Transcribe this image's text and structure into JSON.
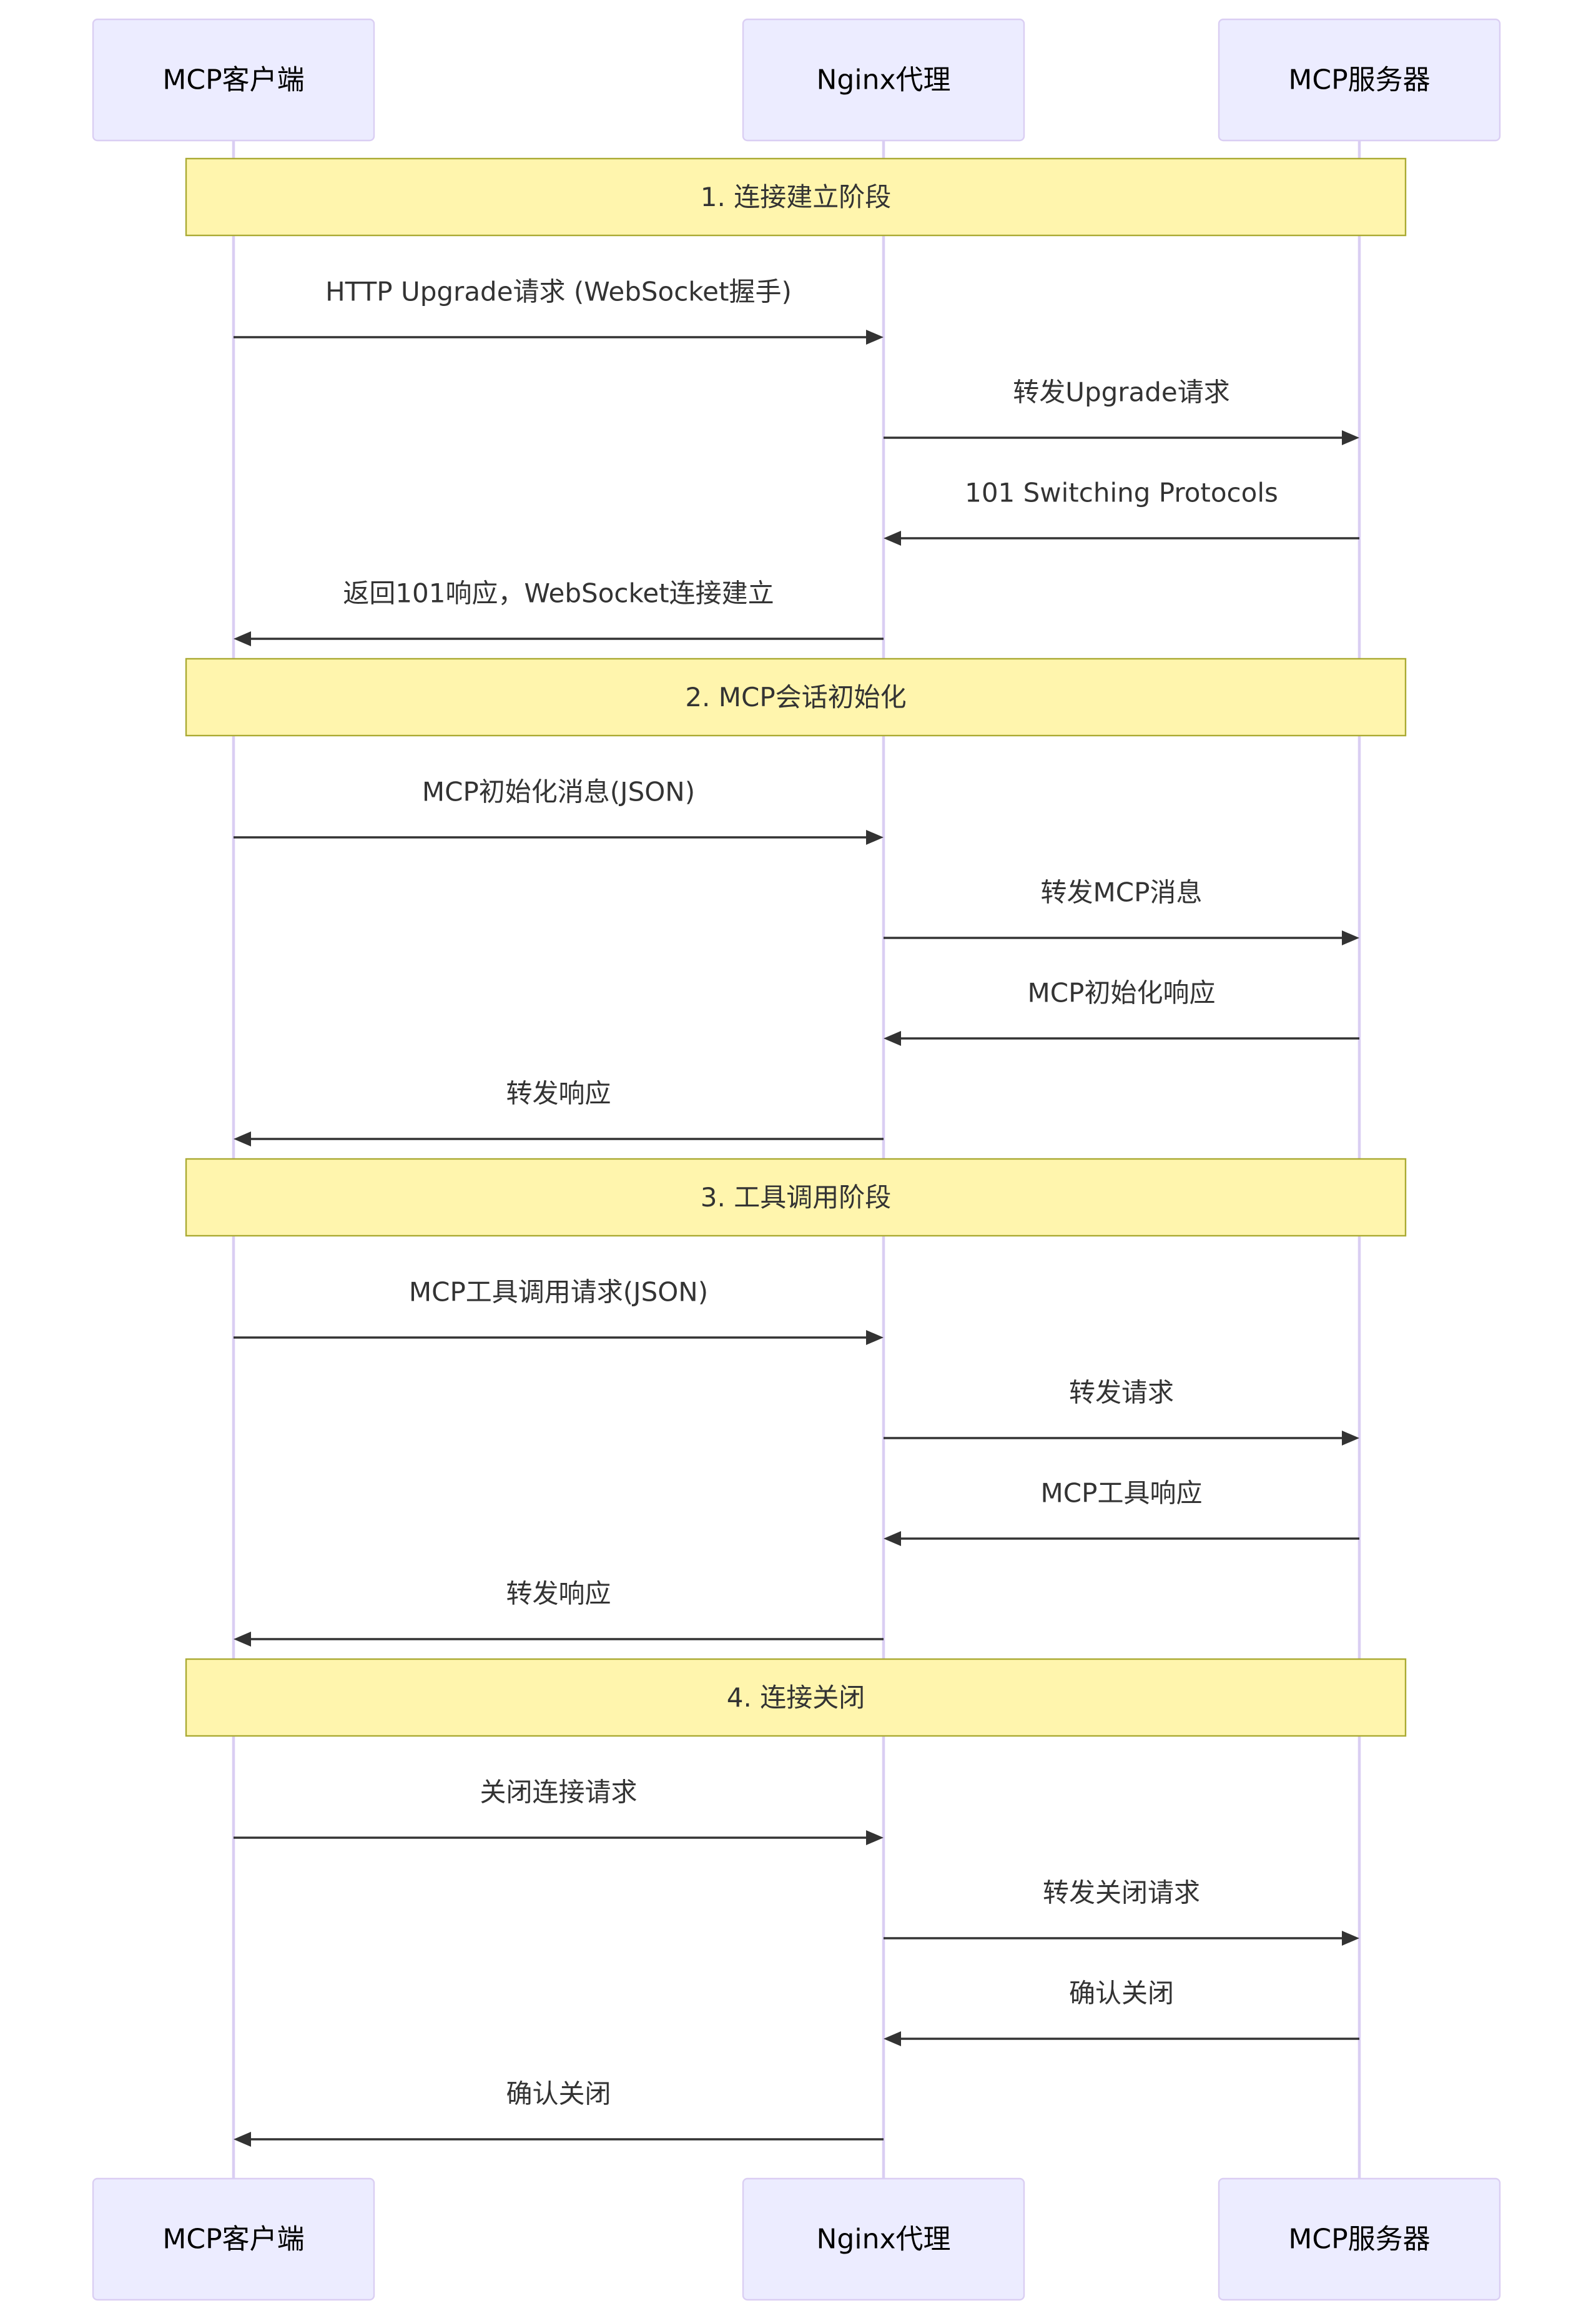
{
  "participants": [
    {
      "label": "MCP客户端"
    },
    {
      "label": "Nginx代理"
    },
    {
      "label": "MCP服务器"
    }
  ],
  "sections": [
    {
      "note": "1. 连接建立阶段",
      "messages": [
        {
          "from": 0,
          "to": 1,
          "label": "HTTP Upgrade请求 (WebSocket握手)"
        },
        {
          "from": 1,
          "to": 2,
          "label": "转发Upgrade请求"
        },
        {
          "from": 2,
          "to": 1,
          "label": "101 Switching Protocols"
        },
        {
          "from": 1,
          "to": 0,
          "label": "返回101响应，WebSocket连接建立"
        }
      ]
    },
    {
      "note": "2. MCP会话初始化",
      "messages": [
        {
          "from": 0,
          "to": 1,
          "label": "MCP初始化消息(JSON)"
        },
        {
          "from": 1,
          "to": 2,
          "label": "转发MCP消息"
        },
        {
          "from": 2,
          "to": 1,
          "label": "MCP初始化响应"
        },
        {
          "from": 1,
          "to": 0,
          "label": "转发响应"
        }
      ]
    },
    {
      "note": "3. 工具调用阶段",
      "messages": [
        {
          "from": 0,
          "to": 1,
          "label": "MCP工具调用请求(JSON)"
        },
        {
          "from": 1,
          "to": 2,
          "label": "转发请求"
        },
        {
          "from": 2,
          "to": 1,
          "label": "MCP工具响应"
        },
        {
          "from": 1,
          "to": 0,
          "label": "转发响应"
        }
      ]
    },
    {
      "note": "4. 连接关闭",
      "messages": [
        {
          "from": 0,
          "to": 1,
          "label": "关闭连接请求"
        },
        {
          "from": 1,
          "to": 2,
          "label": "转发关闭请求"
        },
        {
          "from": 2,
          "to": 1,
          "label": "确认关闭"
        },
        {
          "from": 1,
          "to": 0,
          "label": "确认关闭"
        }
      ]
    }
  ],
  "colors": {
    "actor_fill": "#ECECFF",
    "actor_stroke": "#DACEF3",
    "lifeline": "#DACEF3",
    "note_fill": "#FFF5AD",
    "note_stroke": "#AAAA33",
    "arrow": "#333333"
  }
}
